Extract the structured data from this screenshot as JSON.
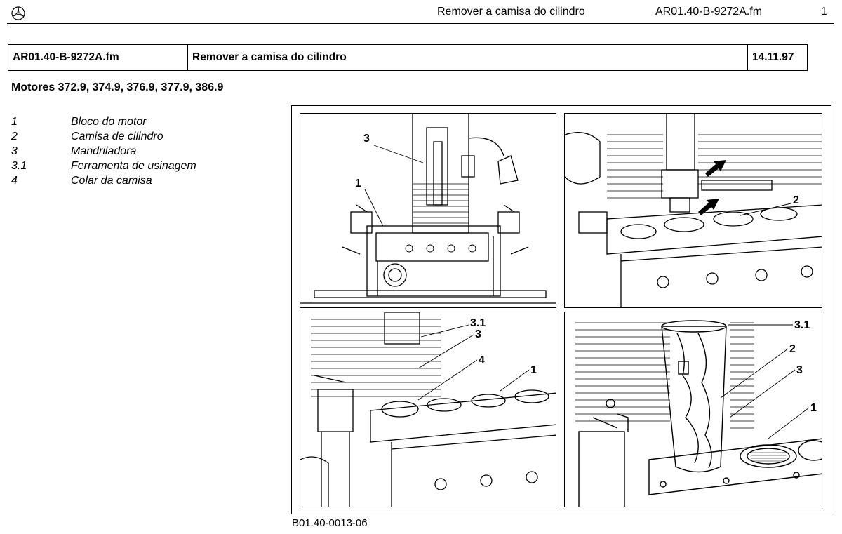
{
  "header": {
    "logo_icon": "mercedes-star-icon",
    "title": "Remover a camisa do cilindro",
    "file": "AR01.40-B-9272A.fm",
    "page_number": "1"
  },
  "meta_table": {
    "file": "AR01.40-B-9272A.fm",
    "title": "Remover a camisa do cilindro",
    "date": "14.11.97"
  },
  "subtitle": "Motores 372.9, 374.9, 376.9, 377.9, 386.9",
  "legend": [
    {
      "num": "1",
      "label": "Bloco do motor"
    },
    {
      "num": "2",
      "label": "Camisa de cilindro"
    },
    {
      "num": "3",
      "label": "Mandriladora"
    },
    {
      "num": "3.1",
      "label": "Ferramenta de usinagem"
    },
    {
      "num": "4",
      "label": "Colar da camisa"
    }
  ],
  "figure": {
    "code": "B01.40-0013-06",
    "callouts": {
      "p1_3": "3",
      "p1_1": "1",
      "p2_2": "2",
      "p3_31": "3.1",
      "p3_3": "3",
      "p3_4": "4",
      "p3_1": "1",
      "p4_31": "3.1",
      "p4_2": "2",
      "p4_3": "3",
      "p4_1": "1"
    }
  }
}
